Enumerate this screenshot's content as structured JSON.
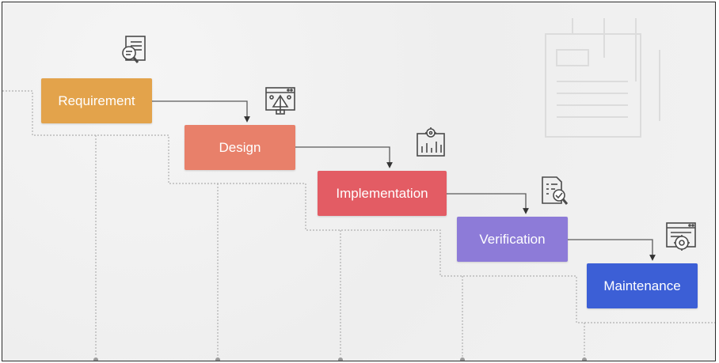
{
  "steps": [
    {
      "label": "Requirement",
      "color": "#e3a34b",
      "icon": "document-search-icon"
    },
    {
      "label": "Design",
      "color": "#e8806a",
      "icon": "design-blueprint-icon"
    },
    {
      "label": "Implementation",
      "color": "#e35c64",
      "icon": "implementation-gear-chart-icon"
    },
    {
      "label": "Verification",
      "color": "#8d7bd8",
      "icon": "verification-checklist-icon"
    },
    {
      "label": "Maintenance",
      "color": "#3c5fd6",
      "icon": "maintenance-settings-icon"
    }
  ],
  "colors": {
    "connector": "#5a5a5a",
    "guide": "#b0b0b0",
    "icon_stroke": "#4a4a4a"
  }
}
